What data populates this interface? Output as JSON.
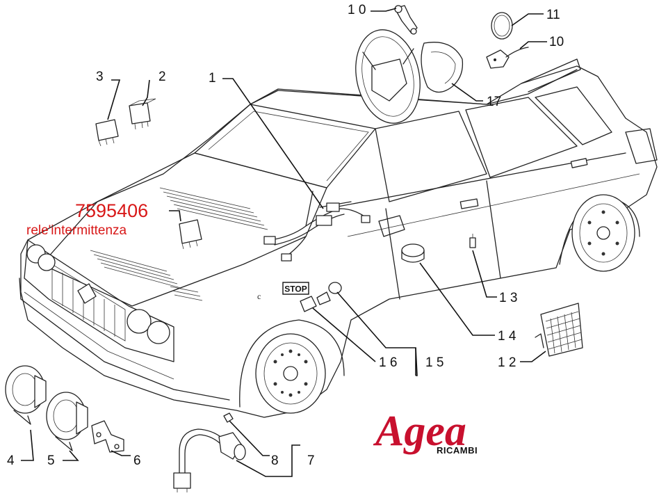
{
  "diagram": {
    "part_code": "7595406",
    "part_description": "rele'intermittenza",
    "stop_tag": "STOP",
    "callouts": {
      "c1": "1",
      "c2": "2",
      "c3": "3",
      "c4": "4",
      "c5": "5",
      "c6": "6",
      "c7": "7",
      "c8": "8",
      "c10a": "1 0",
      "c10b": "10",
      "c11": "11",
      "c12": "1 2",
      "c13": "1 3",
      "c14": "1 4",
      "c15": "1 5",
      "c16": "1 6",
      "c17": "17"
    }
  },
  "brand": {
    "name": "Agea",
    "sub": "RICAMBI",
    "color": "#c8102e"
  }
}
